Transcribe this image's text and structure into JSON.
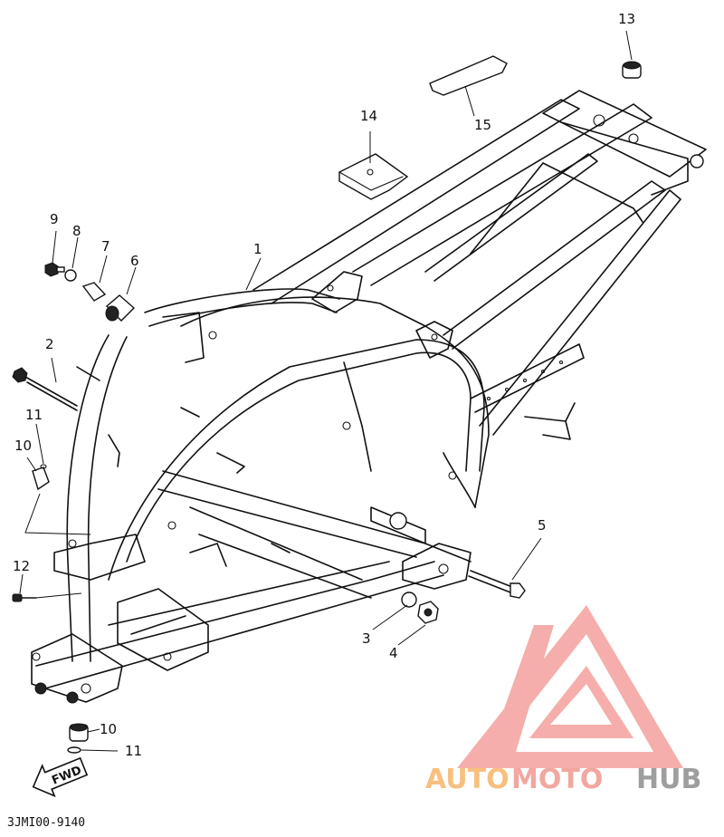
{
  "diagram": {
    "part_code": "3JMI00-9140",
    "fwd_label": "FWD",
    "callouts": [
      {
        "id": "c1",
        "label": "1"
      },
      {
        "id": "c2",
        "label": "2"
      },
      {
        "id": "c3",
        "label": "3"
      },
      {
        "id": "c4",
        "label": "4"
      },
      {
        "id": "c5",
        "label": "5"
      },
      {
        "id": "c6",
        "label": "6"
      },
      {
        "id": "c7",
        "label": "7"
      },
      {
        "id": "c8",
        "label": "8"
      },
      {
        "id": "c9",
        "label": "9"
      },
      {
        "id": "c10a",
        "label": "10"
      },
      {
        "id": "c10b",
        "label": "10"
      },
      {
        "id": "c11a",
        "label": "11"
      },
      {
        "id": "c11b",
        "label": "11"
      },
      {
        "id": "c12",
        "label": "12"
      },
      {
        "id": "c13",
        "label": "13"
      },
      {
        "id": "c14",
        "label": "14"
      },
      {
        "id": "c15",
        "label": "15"
      }
    ]
  },
  "watermark": {
    "word_auto": "AUTO",
    "word_moto": "MOTO",
    "word_hub": "HUB",
    "colors": {
      "auto": "#F7C07F",
      "moto": "#F2A7A0",
      "hub": "#9E9E9E",
      "triangle": "#F4A6A2"
    }
  }
}
